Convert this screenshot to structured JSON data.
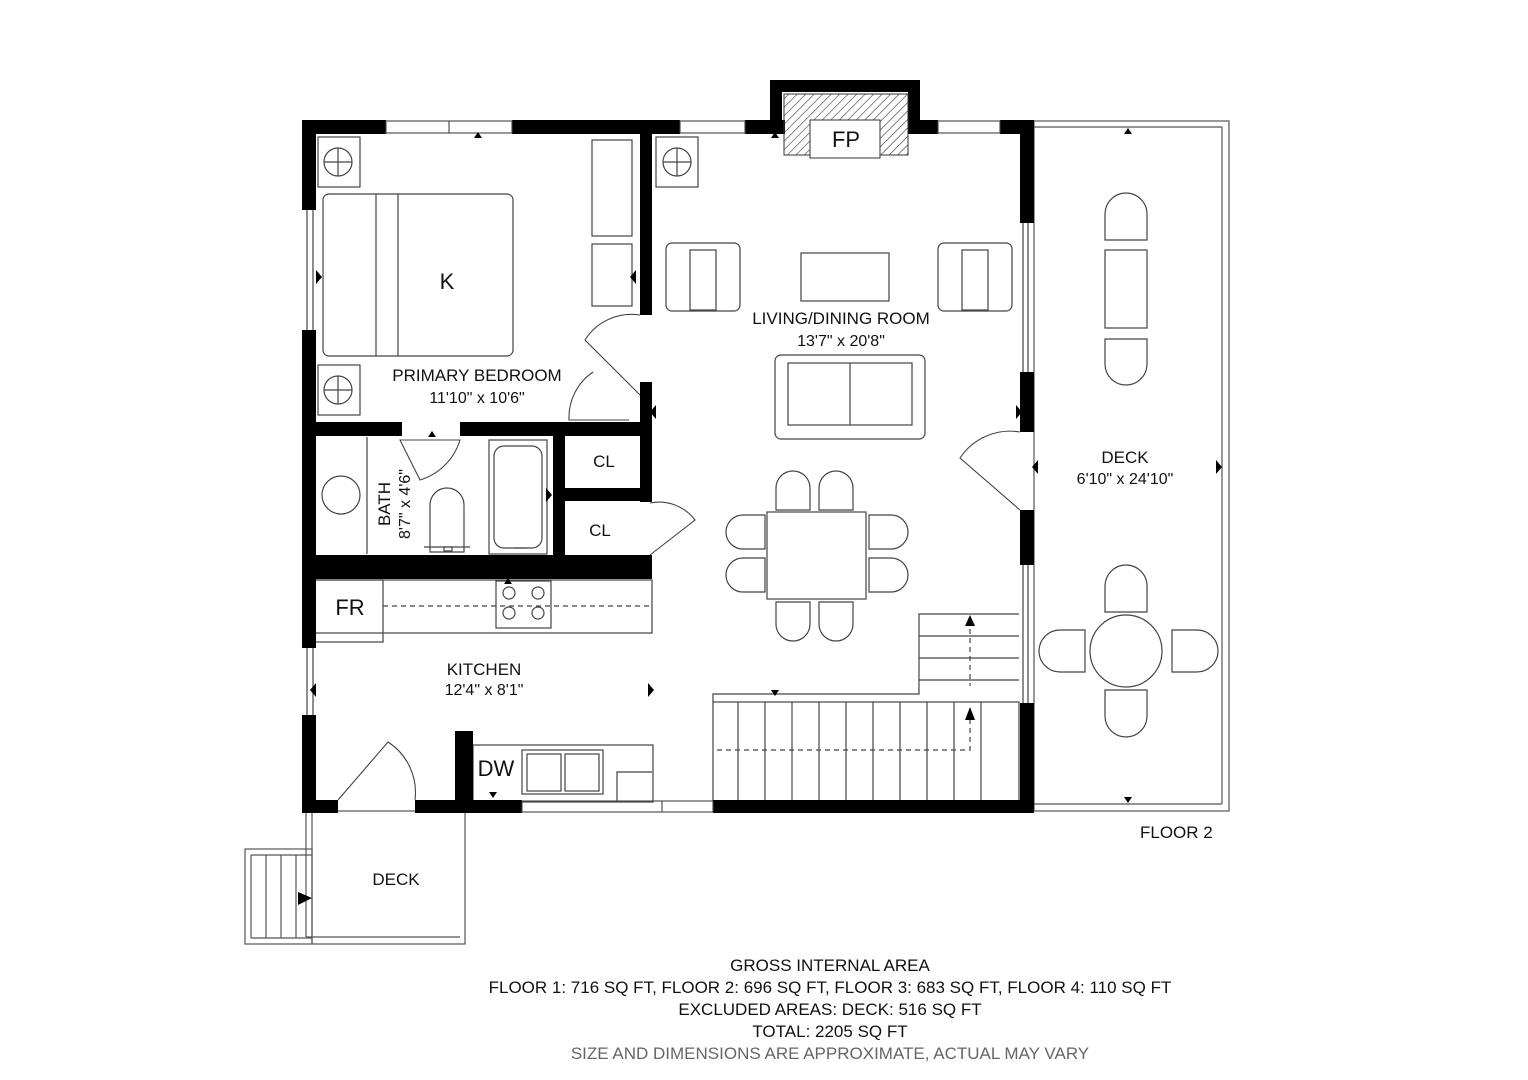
{
  "floor_label": "FLOOR 2",
  "rooms": {
    "bed_label": "K",
    "primary_bedroom": {
      "name": "PRIMARY BEDROOM",
      "dims": "11'10\" x 10'6\""
    },
    "bath": {
      "name": "BATH",
      "dims": "8'7\" x 4'6\""
    },
    "closet_1": "CL",
    "closet_2": "CL",
    "living": {
      "name": "LIVING/DINING ROOM",
      "dims": "13'7\" x 20'8\""
    },
    "fireplace": "FP",
    "deck_east": {
      "name": "DECK",
      "dims": "6'10\" x 24'10\""
    },
    "fridge": "FR",
    "kitchen": {
      "name": "KITCHEN",
      "dims": "12'4\" x 8'1\""
    },
    "dishwasher": "DW",
    "deck_south": "DECK"
  },
  "area_summary": {
    "title": "GROSS INTERNAL AREA",
    "floors": "FLOOR 1: 716 SQ FT, FLOOR 2: 696 SQ FT, FLOOR 3: 683 SQ FT, FLOOR 4: 110 SQ FT",
    "excluded": "EXCLUDED AREAS: DECK: 516 SQ FT",
    "total": "TOTAL: 2205 SQ FT",
    "note": "SIZE AND DIMENSIONS ARE APPROXIMATE, ACTUAL MAY VARY"
  },
  "colors": {
    "wall": "#000000",
    "line": "#333333",
    "text": "#111111",
    "note": "#666666"
  }
}
